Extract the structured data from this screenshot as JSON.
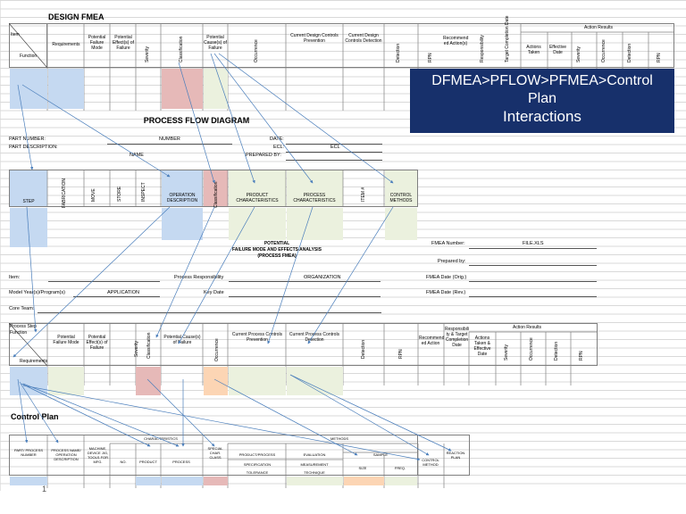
{
  "dfmea": {
    "title": "DESIGN FMEA",
    "item_label": "Item",
    "function_label": "Function",
    "requirements": "Requirements",
    "failure_mode": "Potential Failure Mode",
    "effects": "Potential Effect(s) of Failure",
    "severity": "Severity",
    "classification": "Classification",
    "causes": "Potential Cause(s) of Failure",
    "occurrence": "Occurrence",
    "prevention": "Current Design Controls Prevention",
    "detection_ctrl": "Current Design Controls Detection",
    "detection": "Detection",
    "rpn": "RPN",
    "recommended": "Recommend ed Action(s)",
    "responsibility": "Responsibility",
    "target_date": "Target Completion Date",
    "action_results": "Action Results",
    "actions_taken": "Actions Taken",
    "effective_date": "Effective Date",
    "ar_severity": "Severity",
    "ar_occurrence": "Occurrence",
    "ar_detection": "Detection",
    "ar_rpn": "RPN"
  },
  "banner": {
    "line1": "DFMEA>PFLOW>PFMEA>Control",
    "line2": "Plan",
    "line3": "Interactions"
  },
  "pfd": {
    "title": "PROCESS FLOW DIAGRAM",
    "part_number": "PART NUMBER:",
    "part_description": "PART DESCRIPTION:",
    "number": "NUMBER",
    "name": "NAME",
    "date": "DATE:",
    "ecl1": "ECL:",
    "ecl2": "ECL",
    "prepared_by": "PREPARED BY:",
    "step": "STEP",
    "fabrication": "FABRICATION",
    "move": "MOVE",
    "store": "STORE",
    "inspect": "INSPECT",
    "operation": "OPERATION DESCRIPTION",
    "classification": "Classification",
    "product_char": "PRODUCT CHARACTERISTICS",
    "process_char": "PROCESS CHARACTERISTICS",
    "item_no": "ITEM #",
    "control_methods": "CONTROL METHODS"
  },
  "pfmea": {
    "title1": "POTENTIAL",
    "title2": "FAILURE MODE AND EFFECTS ANALYSIS",
    "title3": "(PROCESS FMEA)",
    "fmea_number": "FMEA Number:",
    "file": "FILE.XLS",
    "prepared_by": "Prepared by:",
    "item": "Item:",
    "process_resp": "Process Responsibility",
    "organization": "ORGANIZATION",
    "fmea_date_orig": "FMEA Date (Orig.)",
    "model_year": "Model Year(s)/Program(s)",
    "application": "APPLICATION",
    "key_date": "Key Date",
    "fmea_date_rev": "FMEA Date (Rev.)",
    "core_team": "Core Team:",
    "process_step": "Process Step",
    "function": "Function",
    "requirements": "Requirements",
    "failure_mode": "Potential Failure Mode",
    "effects": "Potential Effect(s) of Failure",
    "severity": "Severity",
    "classification": "Classification",
    "causes": "Potential Cause(s) of Failure",
    "occurrence": "Occurrence",
    "prevention": "Current Process Controls Prevention",
    "detection_ctrl": "Current Process Controls Detection",
    "detection": "Detection",
    "rpn": "RPN",
    "recommended": "Recommend ed Action",
    "responsibility": "Responsibili ty & Target Completion Date",
    "action_results": "Action Results",
    "actions_taken": "Actions Taken & Effective Date",
    "ar_severity": "Severity",
    "ar_occurrence": "Occurrence",
    "ar_detection": "Detection",
    "ar_rpn": "RPN"
  },
  "control_plan": {
    "title": "Control Plan",
    "part_number": "PART/ PROCESS NUMBER",
    "process_name": "PROCESS NAME/ OPERATION DESCRIPTION",
    "machine": "MACHINE, DEVICE JIG, TOOLS FOR MFG.",
    "characteristics": "CHARACTERISTICS",
    "no": "NO.",
    "product": "PRODUCT",
    "process": "PROCESS",
    "special": "SPECIAL CHAR. CLASS",
    "methods": "METHODS",
    "product_process": "PRODUCT/PROCESS",
    "specification": "SPECIFICATION",
    "tolerance": "TOLERANCE",
    "evaluation": "EVALUATION",
    "measurement": "MEASUREMENT",
    "technique": "TECHNIQUE",
    "sample": "SAMPLE",
    "size": "SIZE",
    "freq": "FREQ.",
    "control_method": "CONTROL METHOD",
    "reaction_plan": "REACTION PLAN"
  },
  "page_number": "1",
  "colors": {
    "banner": "#17306b",
    "blue": "#c5d9f1",
    "pink": "#e6b9b8",
    "green": "#ebf1de",
    "orange": "#fcd5b4",
    "arrow": "#4a7ebb"
  }
}
